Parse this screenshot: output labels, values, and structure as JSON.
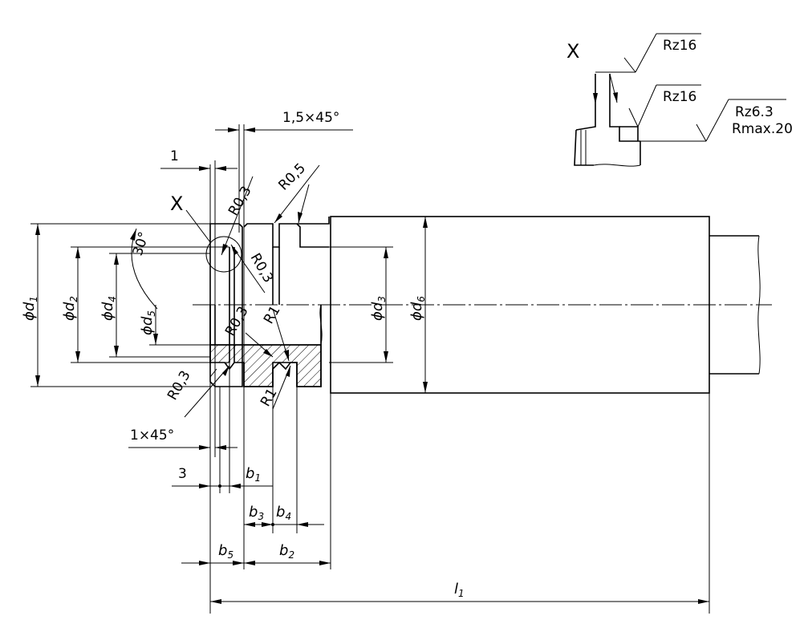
{
  "detail_view": {
    "label": "X",
    "roughness_top": "Rz16",
    "roughness_mid": "Rz16",
    "roughness_right_line1": "Rz6.3",
    "roughness_right_line2": "Rmax.20"
  },
  "view_marker": "X",
  "dimensions": {
    "chamfer_top": "1,5×45°",
    "chamfer_bottom": "1×45°",
    "angle": "30°",
    "left_top_width": "1",
    "left_bottom_width": "3"
  },
  "radii": {
    "r_top_a": "R0,3",
    "r_top_b": "R0,5",
    "r_inner_a": "R0,3",
    "r_inner_b": "R0,3",
    "r_inner_c": "R1",
    "r_bottom_a": "R0,3",
    "r_bottom_b": "R1"
  },
  "diameters": {
    "d1": {
      "symbol": "ϕd",
      "sub": "1"
    },
    "d2": {
      "symbol": "ϕd",
      "sub": "2"
    },
    "d3": {
      "symbol": "ϕd",
      "sub": "3"
    },
    "d4": {
      "symbol": "ϕd",
      "sub": "4"
    },
    "d5": {
      "symbol": "ϕd",
      "sub": "5"
    },
    "d6": {
      "symbol": "ϕd",
      "sub": "6"
    }
  },
  "lengths": {
    "b1": {
      "symbol": "b",
      "sub": "1"
    },
    "b2": {
      "symbol": "b",
      "sub": "2"
    },
    "b3": {
      "symbol": "b",
      "sub": "3"
    },
    "b4": {
      "symbol": "b",
      "sub": "4"
    },
    "b5": {
      "symbol": "b",
      "sub": "5"
    },
    "l1": {
      "symbol": "l",
      "sub": "1"
    }
  }
}
